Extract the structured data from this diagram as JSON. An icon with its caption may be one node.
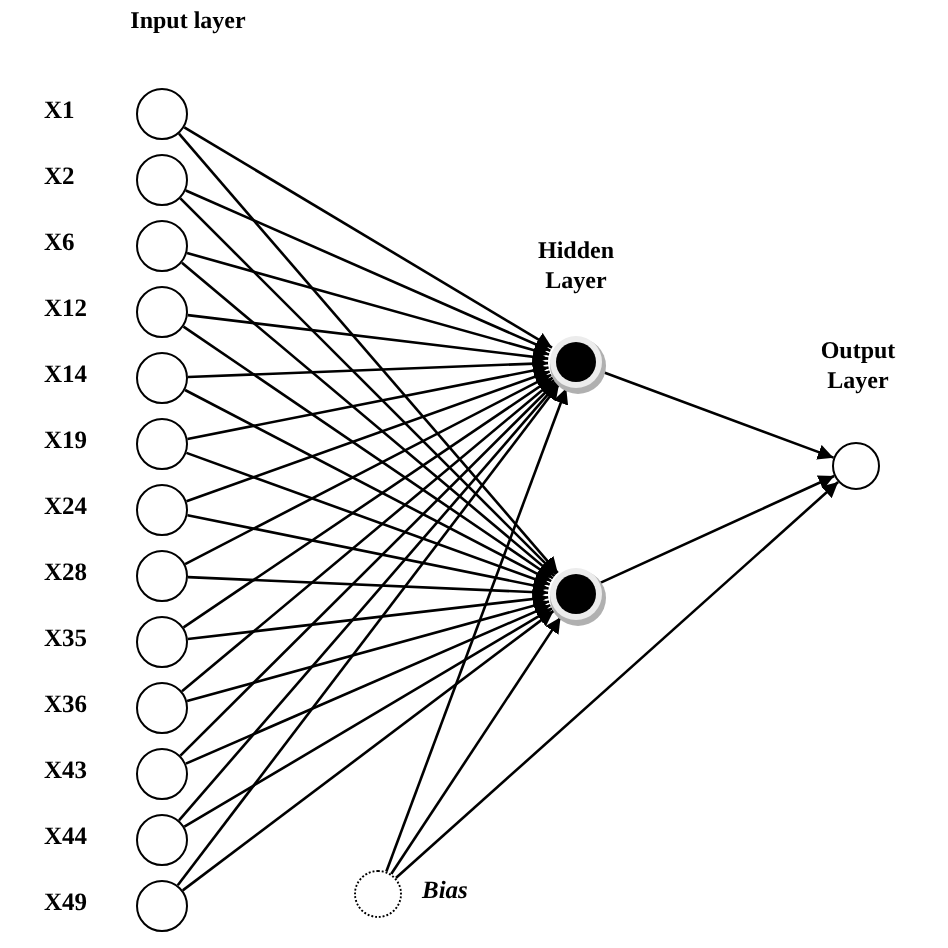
{
  "diagram": {
    "nodes": [
      {
        "text": [],
        "shape": "circle",
        "beside": [
          "X1"
        ]
      },
      {
        "text": [],
        "shape": "circle",
        "beside": [
          "X2"
        ]
      },
      {
        "text": [],
        "shape": "circle",
        "beside": [
          "X6"
        ]
      },
      {
        "text": [],
        "shape": "circle",
        "beside": [
          "X12"
        ]
      },
      {
        "text": [],
        "shape": "circle",
        "beside": [
          "X14"
        ]
      },
      {
        "text": [],
        "shape": "circle",
        "beside": [
          "X19"
        ]
      },
      {
        "text": [],
        "shape": "circle",
        "beside": [
          "X24"
        ]
      },
      {
        "text": [],
        "shape": "circle",
        "beside": [
          "X28"
        ]
      },
      {
        "text": [],
        "shape": "circle",
        "beside": [
          "X35"
        ]
      },
      {
        "text": [],
        "shape": "circle",
        "beside": [
          "X36"
        ]
      },
      {
        "text": [],
        "shape": "circle",
        "beside": [
          "X43"
        ]
      },
      {
        "text": [],
        "shape": "circle",
        "beside": [
          "X44"
        ]
      },
      {
        "text": [],
        "shape": "circle",
        "beside": [
          "X49"
        ]
      },
      {
        "text": [],
        "shape": "circle"
      },
      {
        "text": [],
        "shape": "circle"
      },
      {
        "text": [],
        "shape": "circle"
      },
      {
        "text": [],
        "shape": "circle",
        "beside": [
          "Bias"
        ]
      }
    ],
    "edges": [
      {
        "from": 0,
        "to": 13,
        "arrow": "to"
      },
      {
        "from": 0,
        "to": 14,
        "arrow": "to"
      },
      {
        "from": 1,
        "to": 13,
        "arrow": "to"
      },
      {
        "from": 1,
        "to": 14,
        "arrow": "to"
      },
      {
        "from": 2,
        "to": 13,
        "arrow": "to"
      },
      {
        "from": 2,
        "to": 14,
        "arrow": "to"
      },
      {
        "from": 3,
        "to": 13,
        "arrow": "to"
      },
      {
        "from": 3,
        "to": 14,
        "arrow": "to"
      },
      {
        "from": 4,
        "to": 13,
        "arrow": "to"
      },
      {
        "from": 4,
        "to": 14,
        "arrow": "to"
      },
      {
        "from": 5,
        "to": 13,
        "arrow": "to"
      },
      {
        "from": 5,
        "to": 14,
        "arrow": "to"
      },
      {
        "from": 6,
        "to": 13,
        "arrow": "to"
      },
      {
        "from": 6,
        "to": 14,
        "arrow": "to"
      },
      {
        "from": 7,
        "to": 13,
        "arrow": "to"
      },
      {
        "from": 7,
        "to": 14,
        "arrow": "to"
      },
      {
        "from": 8,
        "to": 13,
        "arrow": "to"
      },
      {
        "from": 8,
        "to": 14,
        "arrow": "to"
      },
      {
        "from": 9,
        "to": 13,
        "arrow": "to"
      },
      {
        "from": 9,
        "to": 14,
        "arrow": "to"
      },
      {
        "from": 10,
        "to": 13,
        "arrow": "to"
      },
      {
        "from": 10,
        "to": 14,
        "arrow": "to"
      },
      {
        "from": 11,
        "to": 13,
        "arrow": "to"
      },
      {
        "from": 11,
        "to": 14,
        "arrow": "to"
      },
      {
        "from": 12,
        "to": 13,
        "arrow": "to"
      },
      {
        "from": 12,
        "to": 14,
        "arrow": "to"
      },
      {
        "from": 13,
        "to": 15,
        "arrow": "to"
      },
      {
        "from": 14,
        "to": 15,
        "arrow": "to"
      },
      {
        "from": 16,
        "to": 13,
        "arrow": "to"
      },
      {
        "from": 16,
        "to": 14,
        "arrow": "to"
      },
      {
        "from": 16,
        "to": 15,
        "arrow": "to"
      }
    ],
    "labels": [
      "Input layer",
      "Hidden Layer",
      "Output Layer"
    ]
  }
}
